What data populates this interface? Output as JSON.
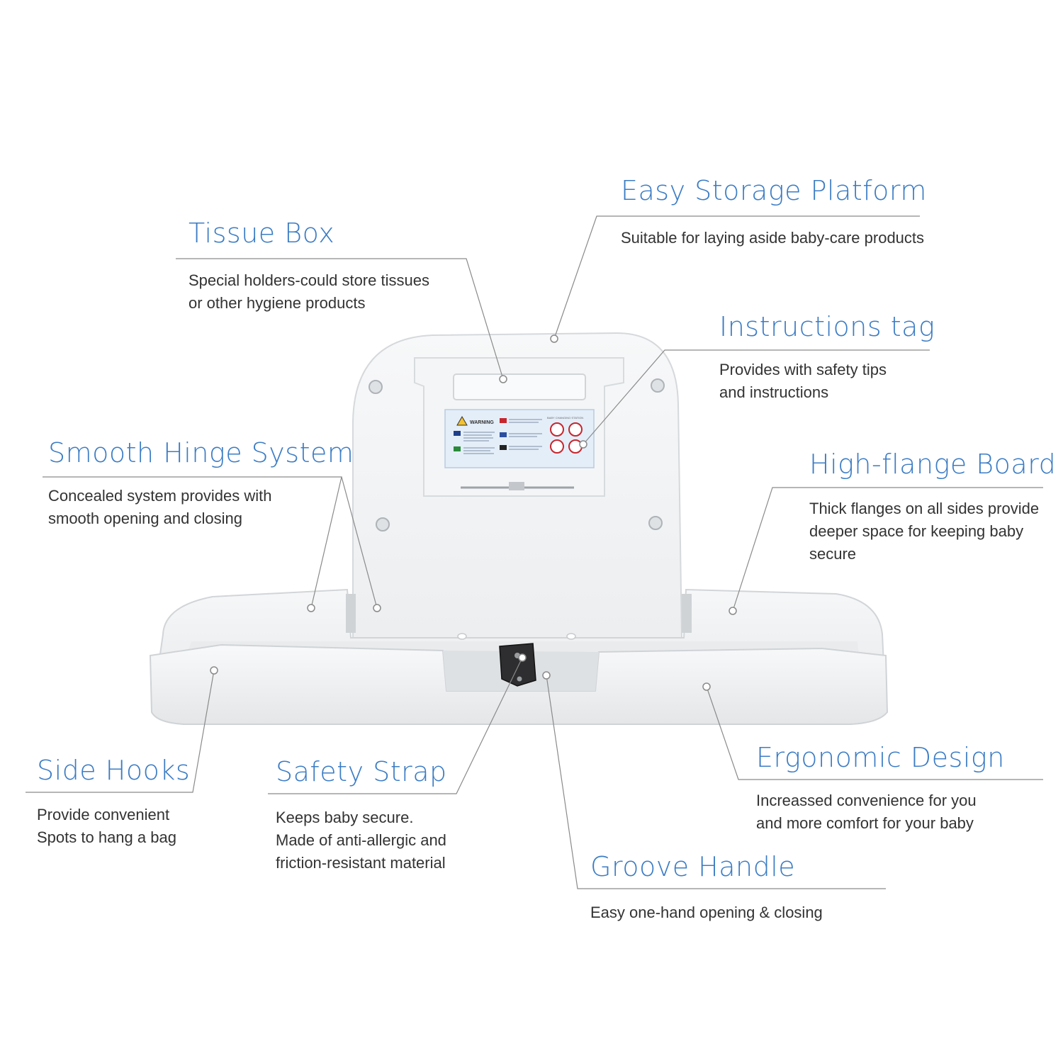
{
  "colors": {
    "title": "#3b7cc4",
    "description": "#333333",
    "leader_line": "#8a8a8a",
    "product_body": "#f2f3f4",
    "background": "#ffffff"
  },
  "callouts": {
    "easy_storage": {
      "title": "Easy Storage Platform",
      "description": "Suitable for laying aside baby-care products"
    },
    "tissue_box": {
      "title": "Tissue Box",
      "description": "Special holders-could store tissues\nor other hygiene products"
    },
    "instructions_tag": {
      "title": "Instructions tag",
      "description": "Provides with safety tips\nand instructions"
    },
    "smooth_hinge": {
      "title": "Smooth Hinge System",
      "description": "Concealed system provides with\nsmooth opening and closing"
    },
    "high_flange": {
      "title": "High-flange Board",
      "description": "Thick flanges on all sides provide\ndeeper space for  keeping baby\nsecure"
    },
    "side_hooks": {
      "title": "Side Hooks",
      "description": "Provide convenient\nSpots to hang a bag"
    },
    "safety_strap": {
      "title": "Safety Strap",
      "description": "Keeps baby secure.\nMade of anti-allergic and\nfriction-resistant material"
    },
    "ergonomic": {
      "title": "Ergonomic Design",
      "description": "Increassed convenience for you\nand more comfort for your baby"
    },
    "groove_handle": {
      "title": "Groove Handle",
      "description": "Easy one-hand opening & closing"
    }
  },
  "warning_label": {
    "heading": "WARNING",
    "station_text": "BABY CHANGING STATION"
  }
}
